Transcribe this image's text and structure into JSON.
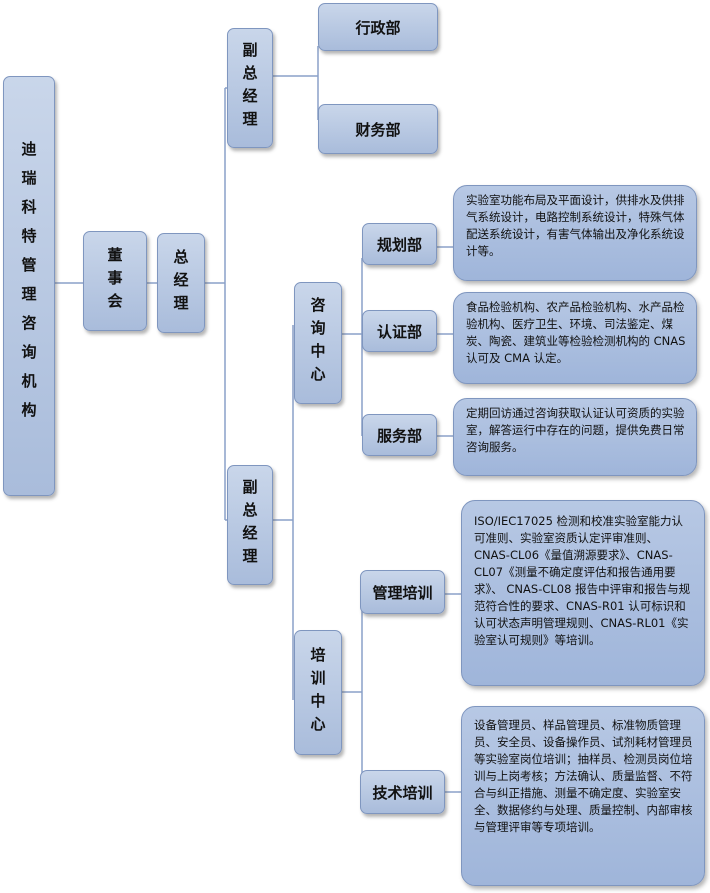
{
  "root": {
    "label": "迪瑞科特管理咨询机构"
  },
  "board": {
    "label": "董事会"
  },
  "gm": {
    "label": "总经理"
  },
  "vp_top": {
    "label": "副总经理"
  },
  "vp_bottom": {
    "label": "副总经理"
  },
  "depts": {
    "admin": "行政部",
    "finance": "财务部"
  },
  "consult_center": {
    "label": "咨询中心"
  },
  "training_center": {
    "label": "培训中心"
  },
  "consult_units": [
    {
      "label": "规划部",
      "desc": "实验室功能布局及平面设计，供排水及供排气系统设计，电路控制系统设计，特殊气体配送系统设计，有害气体输出及净化系统设计等。"
    },
    {
      "label": "认证部",
      "desc": "食品检验机构、农产品检验机构、水产品检验机构、医疗卫生、环境、司法鉴定、煤炭、陶瓷、建筑业等检验检测机构的 CNAS 认可及 CMA 认定。"
    },
    {
      "label": "服务部",
      "desc": "定期回访通过咨询获取认证认可资质的实验室，解答运行中存在的问题，提供免费日常咨询服务。"
    }
  ],
  "training_units": [
    {
      "label": "管理培训",
      "desc": "ISO/IEC17025 检测和校准实验室能力认可准则、实验室资质认定评审准则、 CNAS-CL06《量值溯源要求》、CNAS-CL07《测量不确定度评估和报告通用要求》、 CNAS-CL08 报告中评审和报告与规范符合性的要求、CNAS-R01 认可标识和认可状态声明管理规则、CNAS-RL01《实验室认可规则》等培训。"
    },
    {
      "label": "技术培训",
      "desc": "设备管理员、样品管理员、标准物质管理员、安全员、设备操作员、试剂耗材管理员等实验室岗位培训；抽样员、检测员岗位培训与上岗考核；方法确认、质量监督、不符合与纠正措施、测量不确定度、实验室安全、数据修约与处理、质量控制、内部审核与管理评审等专项培训。"
    }
  ],
  "colors": {
    "box_fill": "#b4c5e1",
    "box_border": "#7f96bf",
    "line": "#7f96bf"
  }
}
